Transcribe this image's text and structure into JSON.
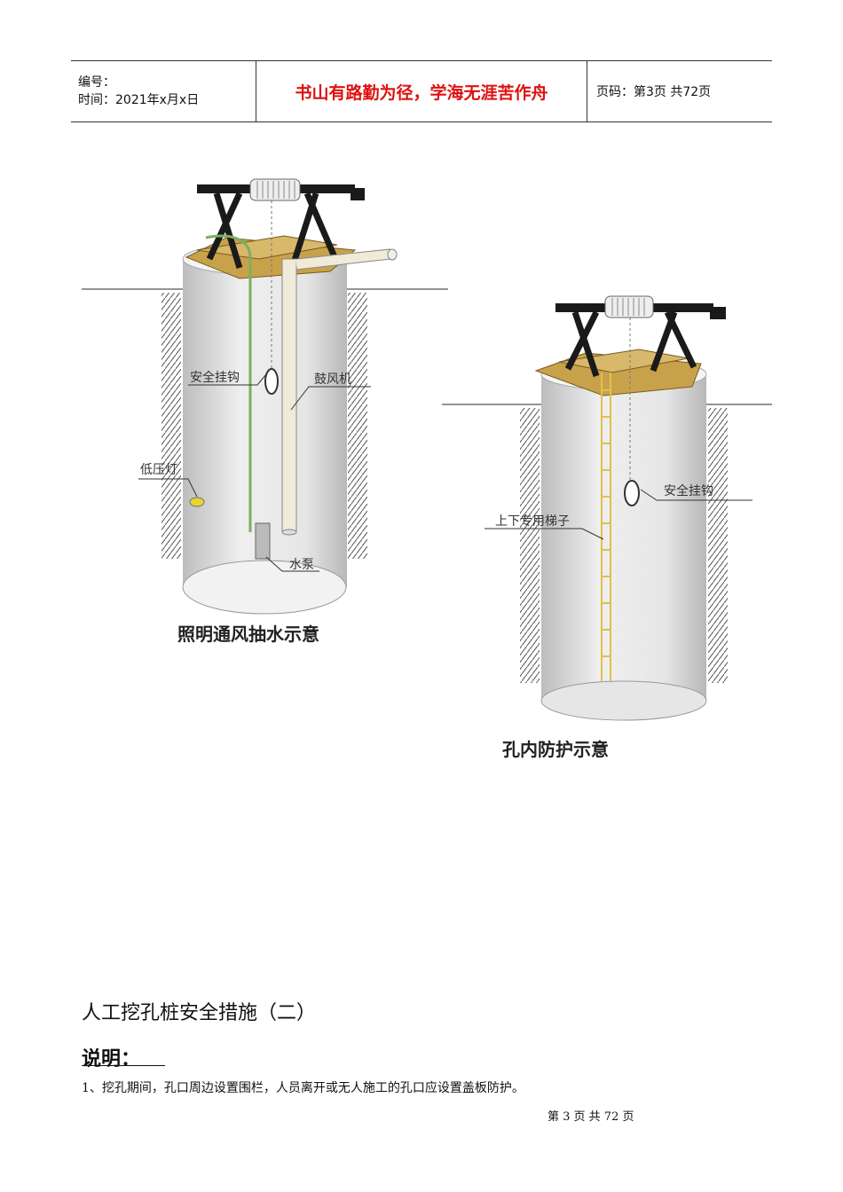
{
  "header": {
    "number_label": "编号：",
    "date_label": "时间：2021年x月x日",
    "motto": "书山有路勤为径，学海无涯苦作舟",
    "page_info": "页码：第3页  共72页"
  },
  "figure_left": {
    "caption": "照明通风抽水示意",
    "labels": {
      "safety_hook": "安全挂钩",
      "blower": "鼓风机",
      "low_voltage_lamp": "低压灯",
      "water_pump": "水泵"
    }
  },
  "figure_right": {
    "caption": "孔内防护示意",
    "labels": {
      "safety_hook": "安全挂钩",
      "ladder": "上下专用梯子"
    }
  },
  "section": {
    "title": "人工挖孔桩安全措施（二）",
    "note_label": "说明：",
    "paragraph": "1、挖孔期间，孔口周边设置围栏，人员离开或无人施工的孔口应设置盖板防护。"
  },
  "footer": {
    "page_text": "第 3 页 共 72 页"
  },
  "colors": {
    "motto": "#e01010",
    "shaft": "#e4e4e4",
    "ground": "#555555",
    "board": "#c8a24a",
    "frame": "#1a1a1a",
    "ladder": "#e2c04a"
  }
}
